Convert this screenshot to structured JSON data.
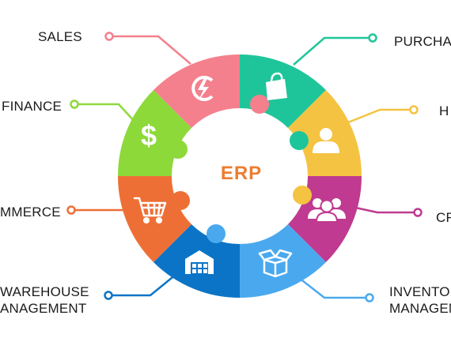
{
  "center": {
    "label": "ERP",
    "color": "#ed7d31"
  },
  "segments": [
    {
      "key": "sales",
      "label": "SALES",
      "color": "#f4808d",
      "icon": "g-spiral-icon"
    },
    {
      "key": "purchase",
      "label": "PURCHA",
      "color": "#1fc59a",
      "icon": "shopping-bag-icon"
    },
    {
      "key": "hr",
      "label": "H",
      "color": "#f5c342",
      "icon": "user-icon"
    },
    {
      "key": "crm",
      "label": "CR",
      "color": "#bf3a90",
      "icon": "users-group-icon"
    },
    {
      "key": "inventory",
      "label": "INVENTO\nMANAGEM",
      "color": "#4aa9ee",
      "icon": "open-box-icon"
    },
    {
      "key": "warehouse",
      "label": "WAREHOUSE\nANAGEMENT",
      "color": "#0b74c6",
      "icon": "warehouse-icon"
    },
    {
      "key": "ecommerce",
      "label": "MMERCE",
      "color": "#ee6f35",
      "icon": "shopping-cart-icon"
    },
    {
      "key": "finance",
      "label": "FINANCE",
      "color": "#8ed93a",
      "icon": "dollar-icon"
    }
  ]
}
